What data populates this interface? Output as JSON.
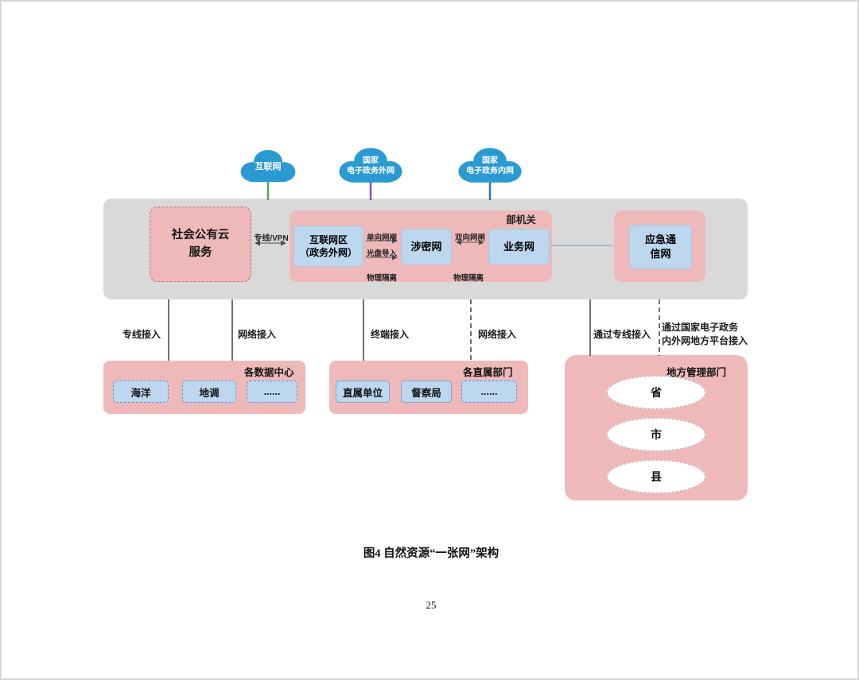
{
  "colors": {
    "cloud-blue": "#2B9AD2",
    "band-gray": "#D9D9D9",
    "pink": "#F0B9B9",
    "light-blue": "#BDD7EE",
    "stem-green": "#53A567",
    "stem-purple": "#7E57C2",
    "stem-blue": "#2E75B6",
    "line-dark": "#4a4a4a"
  },
  "clouds": {
    "internet": {
      "label": "互联网"
    },
    "egov_extranet": {
      "label": "国家\n电子政务外网"
    },
    "egov_intranet": {
      "label": "国家\n电子政务内网"
    }
  },
  "band": {
    "public_cloud_label": "社会公有云\n服务",
    "vpn_label": "专线/VPN",
    "ministry_label": "部机关",
    "internet_zone_label": "互联网区\n（政务外网）",
    "classified_label": "涉密网",
    "business_label": "业务网",
    "gap1_top": "单向网闸",
    "gap1_bottom": "光盘导入",
    "isolation1": "物理隔离",
    "gap2": "双向网闸",
    "isolation2": "物理隔离",
    "emergency_label": "应急通\n信网"
  },
  "access": {
    "a1": "专线接入",
    "a2": "网络接入",
    "a3": "终端接入",
    "a4": "网络接入",
    "a5": "通过专线接入",
    "a6": "通过国家电子政务\n内外网地方平台接入"
  },
  "data_centers": {
    "title": "各数据中心",
    "items": [
      "海洋",
      "地调",
      "......"
    ]
  },
  "departments": {
    "title": "各直属部门",
    "items": [
      "直属单位",
      "督察局",
      "......"
    ]
  },
  "local_admin": {
    "title": "地方管理部门",
    "items": [
      "省",
      "市",
      "县"
    ]
  },
  "caption": "图4 自然资源“一张网”架构",
  "page_number": "25"
}
